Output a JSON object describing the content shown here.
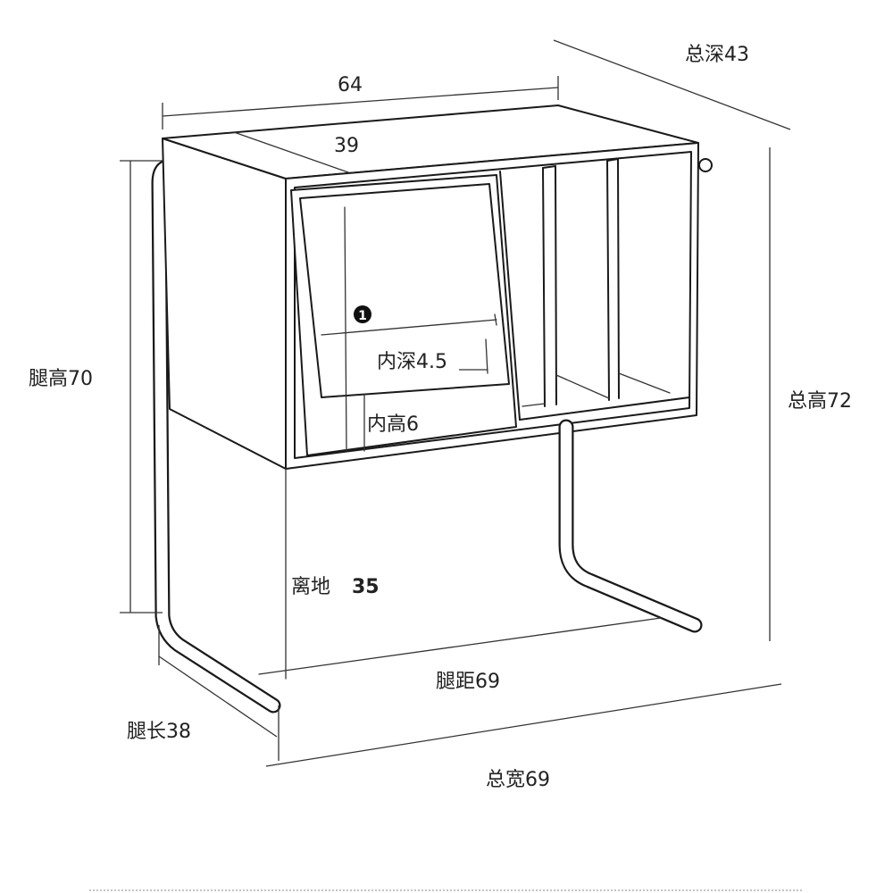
{
  "labels": {
    "total_depth": "总深43",
    "top_width": "64",
    "drawer_width": "39",
    "leg_height": "腿高70",
    "total_height": "总高72",
    "inner_depth": "内深4.5",
    "inner_height": "内高6",
    "clearance_prefix": "离地",
    "clearance_value": "35",
    "leg_span": "腿距69",
    "leg_length": "腿长38",
    "total_width": "总宽69",
    "marker": "1"
  }
}
